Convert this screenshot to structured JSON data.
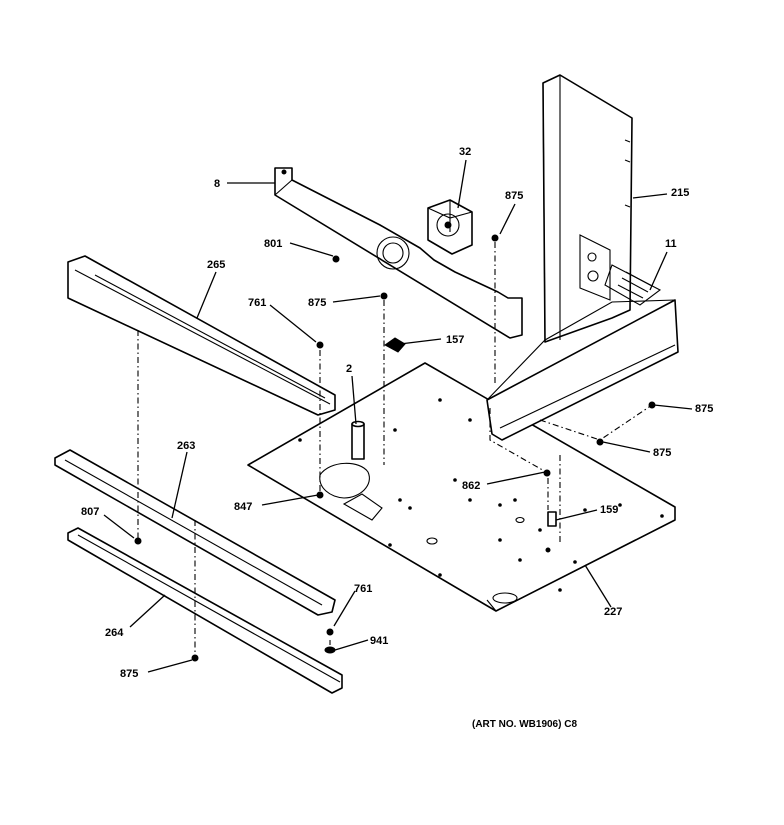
{
  "labels": {
    "p8": "8",
    "p32": "32",
    "p875_top": "875",
    "p215": "215",
    "p801": "801",
    "p11": "11",
    "p265": "265",
    "p761_top": "761",
    "p875_mid": "875",
    "p157": "157",
    "p2": "2",
    "p875_right": "875",
    "p875_right2": "875",
    "p263": "263",
    "p847": "847",
    "p862": "862",
    "p159": "159",
    "p807": "807",
    "p761_bot": "761",
    "p227": "227",
    "p264": "264",
    "p941": "941",
    "p875_bot": "875"
  },
  "art_number": "(ART NO. WB1906) C8"
}
